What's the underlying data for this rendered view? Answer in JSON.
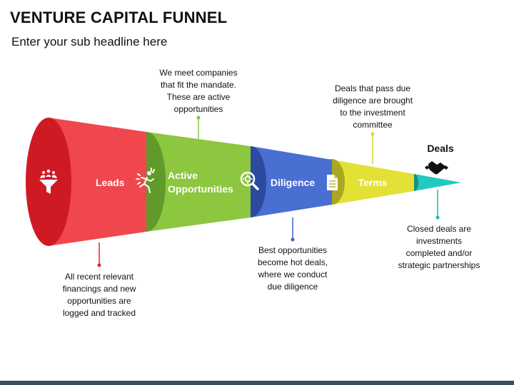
{
  "header": {
    "title": "VENTURE CAPITAL FUNNEL",
    "subtitle": "Enter your sub headline here"
  },
  "stages": [
    {
      "label": "Leads",
      "color": "#e8232f",
      "icon": "funnel-people-icon"
    },
    {
      "label_line1": "Active",
      "label_line2": "Opportunities",
      "color": "#8bc53f",
      "icon": "running-person-icon"
    },
    {
      "label": "Diligence",
      "color": "#3f62c4",
      "icon": "magnifier-gear-icon"
    },
    {
      "label": "Terms",
      "color": "#d7d52c",
      "icon": "document-icon"
    },
    {
      "label": "Deals",
      "color": "#1fbab2",
      "icon": "handshake-icon"
    }
  ],
  "notes": {
    "leads": [
      "All recent relevant",
      "financings and new",
      "opportunities are",
      "logged and tracked"
    ],
    "active": [
      "We meet companies",
      "that fit the mandate.",
      "These are active",
      "opportunities"
    ],
    "diligence": [
      "Best opportunities",
      "become hot deals,",
      "where we conduct",
      "due diligence"
    ],
    "terms": [
      "Deals that pass due",
      "diligence are brought",
      "to the investment",
      "committee"
    ],
    "deals": [
      "Closed deals are",
      "investments",
      "completed and/or",
      "strategic partnerships"
    ]
  }
}
